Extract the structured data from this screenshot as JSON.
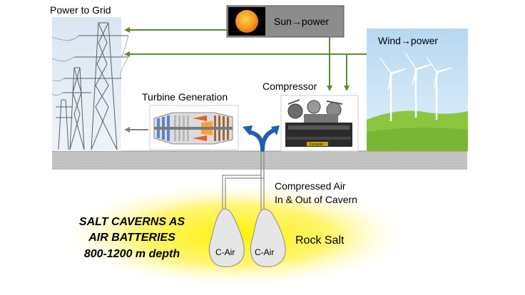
{
  "labels": {
    "power_to_grid": "Power to Grid",
    "sun_power": "Sun→power",
    "wind_power": "Wind→power",
    "compressor": "Compressor",
    "turbine_generation": "Turbine Generation",
    "compressed_air_line1": "Compressed Air",
    "compressed_air_line2": "In & Out of Cavern",
    "salt_caverns_line1": "SALT CAVERNS AS",
    "salt_caverns_line2": "AIR BATTERIES",
    "salt_caverns_line3": "800-1200 m depth",
    "rock_salt": "Rock Salt",
    "cavern_left": "C-Air",
    "cavern_right": "C-Air",
    "compressor_brand": "Compair"
  },
  "colors": {
    "flow_arrow": "#5b8a2e",
    "grid_arrow": "#808080",
    "air_arrow": "#1f5fae",
    "ground": "#bfbfbf",
    "salt_glow": "#fff200",
    "cavern_fill": "#e6e6e6",
    "sun_box": "#8c8c8c",
    "sun": "#f7941d",
    "sky": "#cfe5f7",
    "grass": "#8cc63f"
  },
  "icons": [
    "power-pylon-icon",
    "sun-icon",
    "wind-turbine-icon",
    "compressor-machine-icon",
    "gas-turbine-icon",
    "air-flow-arrow-icon"
  ]
}
